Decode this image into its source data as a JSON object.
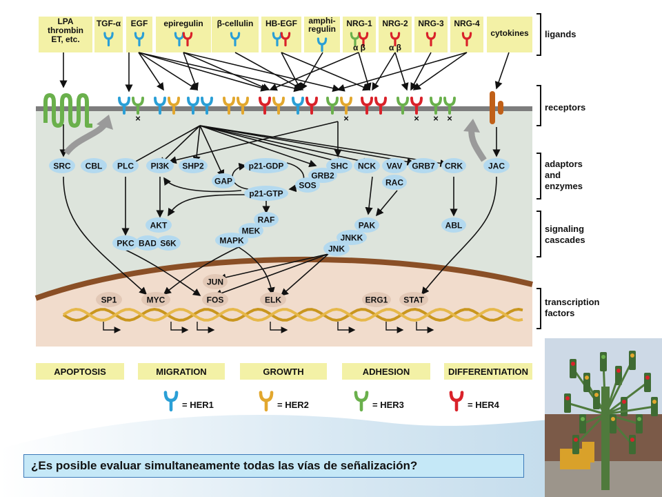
{
  "ligands": [
    {
      "label": "LPA\nthrombin\nET, etc.",
      "colors": []
    },
    {
      "label": "TGF-α",
      "colors": [
        "#2a9fd6"
      ]
    },
    {
      "label": "EGF",
      "colors": [
        "#2a9fd6"
      ]
    },
    {
      "label": "epiregulin",
      "colors": [
        "#2a9fd6",
        "#d9222a"
      ]
    },
    {
      "label": "β-cellulin",
      "colors": [
        "#2a9fd6"
      ]
    },
    {
      "label": "HB-EGF",
      "colors": [
        "#2a9fd6",
        "#d9222a"
      ]
    },
    {
      "label": "amphi-\nregulin",
      "colors": [
        "#2a9fd6"
      ]
    },
    {
      "label": "NRG-1",
      "colors": [
        "#6ab04c",
        "#d9222a"
      ],
      "sub": "α    β"
    },
    {
      "label": "NRG-2",
      "colors": [
        "#d9222a"
      ],
      "sub": "α    β"
    },
    {
      "label": "NRG-3",
      "colors": [
        "#d9222a"
      ]
    },
    {
      "label": "NRG-4",
      "colors": [
        "#d9222a"
      ]
    },
    {
      "label": "cytokines",
      "colors": []
    }
  ],
  "side_labels": {
    "ligands": "ligands",
    "receptors": "receptors",
    "adaptors": "adaptors\nand\nenzymes",
    "cascades": "signaling\ncascades",
    "tf": "transcription\nfactors"
  },
  "adaptors": [
    "SRC",
    "CBL",
    "PLC",
    "PI3K",
    "SHP2",
    "GAP",
    "p21-GDP",
    "p21-GTP",
    "SOS",
    "GRB2",
    "SHC",
    "NCK",
    "VAV",
    "RAC",
    "GRB7",
    "CRK",
    "JAC"
  ],
  "cascades": [
    "AKT",
    "PKC",
    "BAD",
    "S6K",
    "RAF",
    "MEK",
    "MAPK",
    "PAK",
    "JNKK",
    "JNK",
    "ABL"
  ],
  "transcription_factors": [
    "JUN",
    "SP1",
    "MYC",
    "FOS",
    "ELK",
    "ERG1",
    "STAT"
  ],
  "outcomes": [
    "APOPTOSIS",
    "MIGRATION",
    "GROWTH",
    "ADHESION",
    "DIFFERENTIATION"
  ],
  "legend": [
    {
      "label": "= HER1",
      "color": "#2a9fd6"
    },
    {
      "label": "= HER2",
      "color": "#e2a72e"
    },
    {
      "label": "= HER3",
      "color": "#6ab04c"
    },
    {
      "label": "= HER4",
      "color": "#d9222a"
    }
  ],
  "colors": {
    "ligand_box": "#f3f1a6",
    "cell_bg": "#dde4dc",
    "nucleus_bg": "#f1dccc",
    "membrane": "#7d7d7d",
    "node": "#b3d9ef",
    "her1": "#2a9fd6",
    "her2": "#e2a72e",
    "her3": "#6ab04c",
    "her4": "#d9222a"
  },
  "question": "¿Es posible evaluar simultaneamente todas las vías de señalización?"
}
